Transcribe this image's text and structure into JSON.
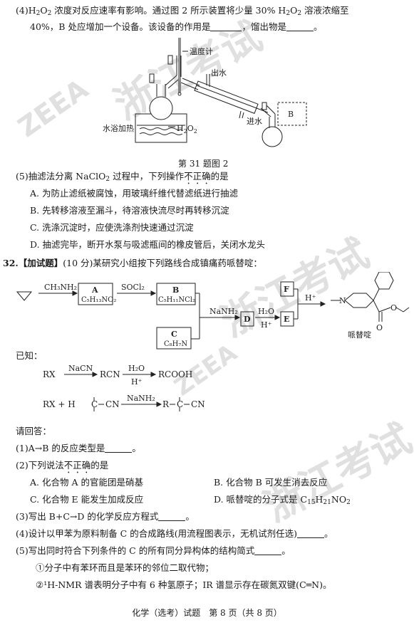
{
  "q4": {
    "line1_a": "(4)H",
    "line1_b": "O",
    "line1_c": " 浓度对反应速率有影响。通过图 2 所示装置将少量 30% H",
    "line1_d": "O",
    "line1_e": " 溶液浓缩至",
    "line2_a": "40%，B 处应增加一个设备。该设备的作用是",
    "line2_b": "，馏出物是",
    "line2_c": "。"
  },
  "figure": {
    "thermometer": "温度计",
    "water_out": "出水",
    "water_in": "进水",
    "water_bath": "水浴加热",
    "h2o2": "H",
    "h2o2_o": "O",
    "b_label": "B",
    "caption": "第 31 题图 2"
  },
  "q5": {
    "stem_a": "(5)抽滤法分离 NaClO",
    "stem_b": " 过程中，下列操作",
    "stem_dot": "不正确",
    "stem_c": "的是",
    "options": [
      "A. 为防止滤纸被腐蚀，用玻璃纤维代替滤纸进行抽滤",
      "B. 先转移溶液至漏斗，待溶液快流尽时再转移沉淀",
      "C. 洗涤沉淀时，应使洗涤剂快速通过沉淀",
      "D. 抽滤完毕，断开水泵与吸滤瓶间的橡皮管后，关闭水龙头"
    ]
  },
  "q32": {
    "head_num": "32.",
    "head_tag": "【加试题】",
    "head_text": "(10 分)某研究小组按下列路线合成镇痛药哌替啶：",
    "scheme": {
      "reagent1": "CH₃NH₂",
      "A_label": "A",
      "A_formula": "C₅H₁₃NO₂",
      "reagent2": "SOCl₂",
      "B_label": "B",
      "B_formula": "C₅H₁₁NCl₂",
      "C_label": "C",
      "C_formula": "C₈H₇N",
      "reagent3": "NaNH₂",
      "D_label": "D",
      "reagent4_top": "H₂O",
      "reagent4_bot": "H⁺",
      "E_label": "E",
      "F_label": "F",
      "reagent5": "H⁺",
      "product_name": "哌替啶",
      "N_label": "N",
      "O_label": "O"
    },
    "known_label": "已知：",
    "known1": {
      "rx": "RX",
      "r1": "NaCN",
      "rcn": "RCN",
      "r2_top": "H₂O",
      "r2_bot": "H⁺",
      "rcooh": "RCOOH"
    },
    "known2": {
      "left": "RX + H",
      "c1": "C",
      "cn1": "CN",
      "reagent": "NaNH₂",
      "r": "R",
      "c2": "C",
      "cn2": "CN"
    },
    "answer_label": "请回答：",
    "s1": "(1)A→B 的反应类型是",
    "s1_end": "。",
    "s2_a": "(2)下列说法",
    "s2_dot": "不正确",
    "s2_b": "的是",
    "s2_optA": "A. 化合物 A 的官能团是硝基",
    "s2_optB": "B. 化合物 B 可发生消去反应",
    "s2_optC": "C. 化合物 E 能发生加成反应",
    "s2_optD_a": "D. 哌替啶的分子式是 C",
    "s2_optD_b": "15",
    "s2_optD_c": "H",
    "s2_optD_d": "21",
    "s2_optD_e": "NO",
    "s2_optD_f": "2",
    "s3": "(3)写出 B+C→D 的化学反应方程式",
    "s3_end": "。",
    "s4": "(4)设计以甲苯为原料制备 C 的合成路线(用流程图表示，无机试剂任选)",
    "s4_end": "。",
    "s5": "(5)写出同时符合下列条件的 C 的所有同分异构体的结构简式",
    "s5_end": "。",
    "s5_c1": "①分子中有苯环而且是苯环的邻位二取代物；",
    "s5_c2": "②¹H-NMR 谱表明分子中有 6 种氢原子；IR 谱显示存在碳氮双键(C═N)。"
  },
  "footer": "化学（选考）试题　第 8 页（共 8 页）",
  "watermark": [
    "浙江考试",
    "ZEEA"
  ]
}
